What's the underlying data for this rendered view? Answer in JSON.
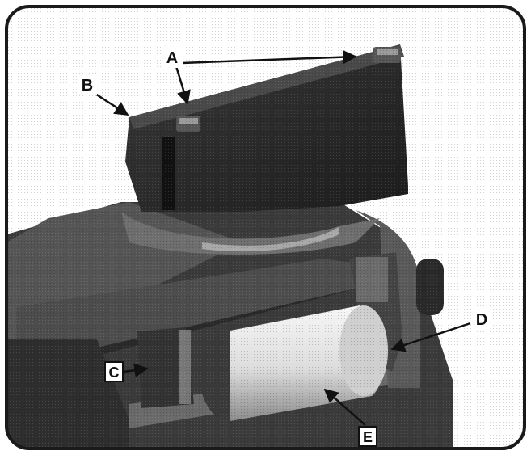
{
  "callouts": {
    "A": "A",
    "B": "B",
    "C": "C",
    "D": "D",
    "E": "E"
  },
  "colors": {
    "frame": "#1a1a1a",
    "cover": "#262626",
    "cover_top": "#3a3a3a",
    "engine": "#4a4a4a",
    "filter": "#eeeeee",
    "background": "#ffffff"
  },
  "icons": {
    "arrow": "arrow-icon",
    "label_box": "label-box-icon"
  }
}
